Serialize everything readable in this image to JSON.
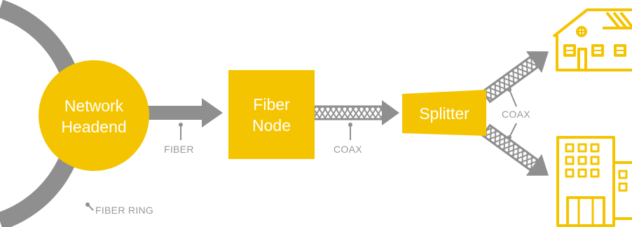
{
  "colors": {
    "node": "#F5C400",
    "line": "#8f8f8f",
    "label": "#9a9a9a",
    "node_text": "#ffffff"
  },
  "nodes": {
    "headend": {
      "line1": "Network",
      "line2": "Headend"
    },
    "fiber_node": {
      "line1": "Fiber",
      "line2": "Node"
    },
    "splitter": {
      "label": "Splitter"
    }
  },
  "links": {
    "fiber": "FIBER",
    "fiber_ring": "FIBER RING",
    "coax_main": "COAX",
    "coax_branch": "COAX"
  },
  "icons": {
    "house": "house-icon",
    "office": "office-building-icon"
  }
}
